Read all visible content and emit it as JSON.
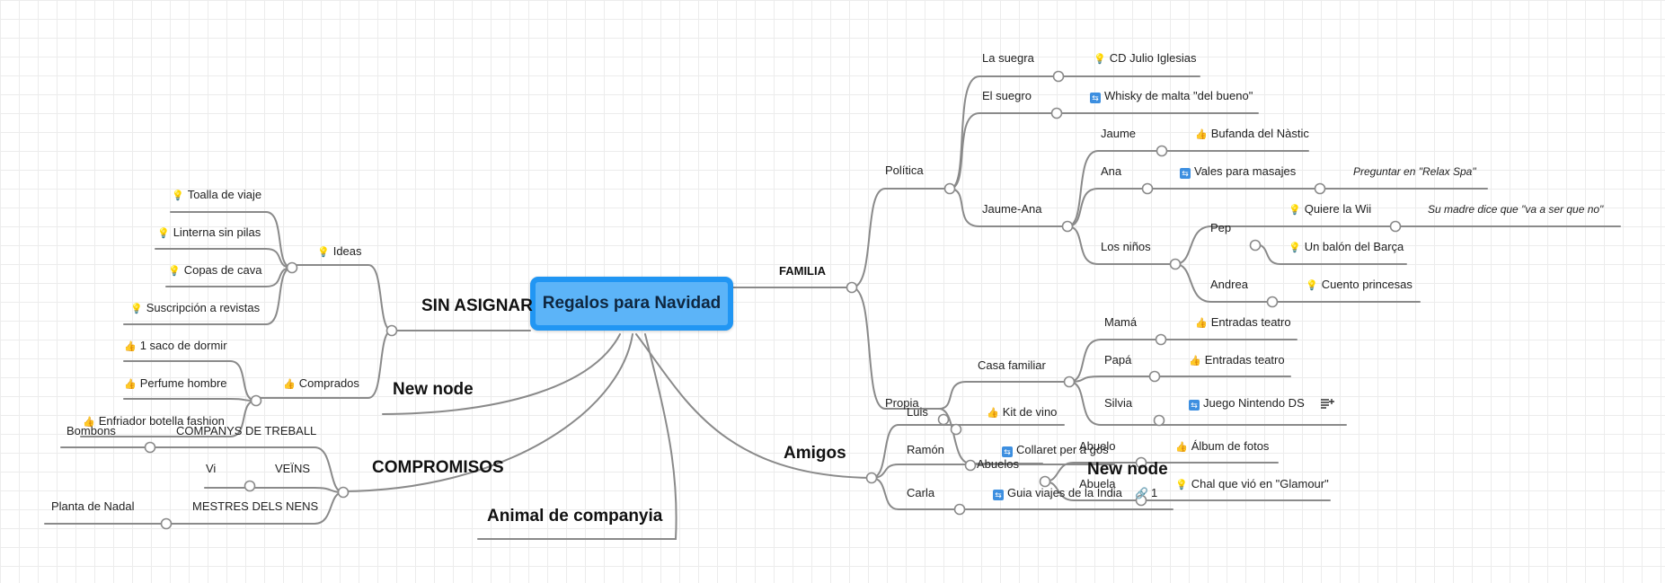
{
  "root": "Regalos para Navidad",
  "family": {
    "title": "FAMILIA",
    "politica": {
      "label": "Política",
      "suegra": {
        "label": "La suegra",
        "gift": "CD Julio Iglesias",
        "icon": "idea-icon"
      },
      "suegro": {
        "label": "El suegro",
        "gift": "Whisky de malta \"del bueno\"",
        "icon": "swap-icon"
      },
      "jaume_ana": {
        "label": "Jaume-Ana",
        "jaume": {
          "label": "Jaume",
          "gift": "Bufanda del Nàstic",
          "icon": "thumbs-up-icon"
        },
        "ana": {
          "label": "Ana",
          "gift": "Vales para masajes",
          "icon": "swap-icon",
          "note": "Preguntar en \"Relax Spa\""
        },
        "ninos": {
          "label": "Los niños",
          "pep": {
            "label": "Pep",
            "wii": "Quiere la Wii",
            "wii_note": "Su madre dice que \"va a ser que no\"",
            "ball": "Un balón del Barça"
          },
          "andrea": {
            "label": "Andrea",
            "gift": "Cuento princesas"
          }
        }
      }
    },
    "propia": {
      "label": "Propia",
      "casa": {
        "label": "Casa familiar",
        "mama": {
          "label": "Mamá",
          "gift": "Entradas teatro"
        },
        "papa": {
          "label": "Papá",
          "gift": "Entradas teatro"
        },
        "silvia": {
          "label": "Silvia",
          "gift": "Juego Nintendo DS"
        }
      },
      "abuelos": {
        "label": "Abuelos",
        "abuelo": {
          "label": "Abuelo",
          "gift": "Álbum de fotos"
        },
        "abuela": {
          "label": "Abuela",
          "gift": "Chal que vió en \"Glamour\""
        }
      }
    }
  },
  "amigos": {
    "title": "Amigos",
    "luis": {
      "label": "Luis",
      "gift": "Kit de vino"
    },
    "ramon": {
      "label": "Ramón",
      "gift": "Collaret per a gos"
    },
    "carla": {
      "label": "Carla",
      "gift": "Guia viajes de la India"
    },
    "new_node": "New node",
    "link_count": "1"
  },
  "sin_asignar": {
    "title": "SIN ASIGNAR",
    "ideas": {
      "label": "Ideas",
      "items": [
        "Toalla de viaje",
        "Linterna sin pilas",
        "Copas de cava",
        "Suscripción a revistas"
      ]
    },
    "comprados": {
      "label": "Comprados",
      "items": [
        "1 saco de dormir",
        "Perfume hombre",
        "Enfriador botella fashion"
      ]
    }
  },
  "new_node": "New node",
  "compromisos": {
    "title": "COMPROMISOS",
    "companys": {
      "label": "COMPANYS DE TREBALL",
      "child": "Bombons"
    },
    "veins": {
      "label": "VEÏNS",
      "child": "Vi"
    },
    "mestres": {
      "label": "MESTRES DELS NENS",
      "child": "Planta de Nadal"
    }
  },
  "animal": "Animal de companyia",
  "colors": {
    "root_fill": "#5cb4f8",
    "root_border": "#2196f3",
    "connector": "#8a8a8a",
    "idea_icon": "#e0b400",
    "thumbs_up_icon": "#f0a400",
    "swap_icon": "#3d8fe0"
  }
}
